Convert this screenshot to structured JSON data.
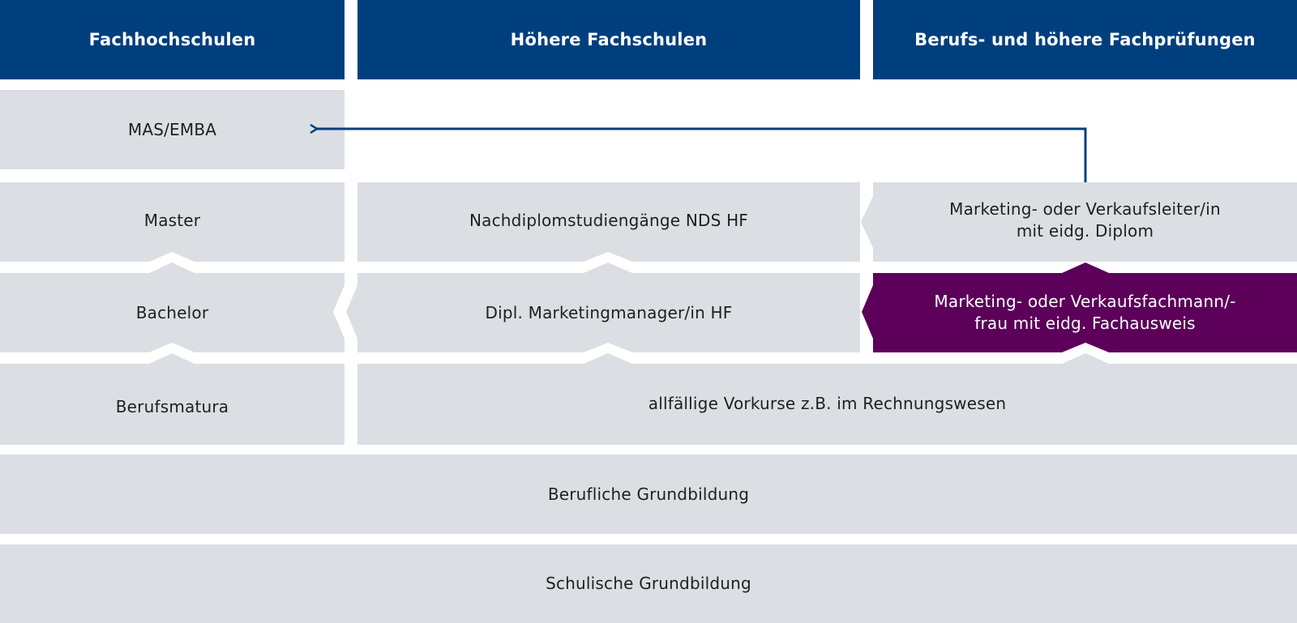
{
  "colors": {
    "header": "#003f7d",
    "box": "#dbdfe4",
    "highlight": "#5c005a",
    "arrow": "#003f7d",
    "background": "#ffffff"
  },
  "headers": {
    "fachhochschulen": "Fachhochschulen",
    "hoehere_fachschulen": "Höhere Fachschulen",
    "berufspruefungen": "Berufs- und höhere Fachprüfungen"
  },
  "boxes": {
    "mas_emba": "MAS/EMBA",
    "master": "Master",
    "nds_hf": "Nachdiplomstudiengänge NDS HF",
    "verkaufsleiter": "Marketing- oder Verkaufsleiter/in\nmit eidg. Diplom",
    "bachelor": "Bachelor",
    "marketingmanager": "Dipl. Marketingmanager/in HF",
    "verkaufsfachmann": "Marketing- oder Verkaufsfachmann/-\nfrau mit eidg. Fachausweis",
    "berufsmatura": "Berufsmatura",
    "vorkurse": "allfällige Vorkurse z.B. im Rechnungswesen",
    "berufliche_grundbildung": "Berufliche Grundbildung",
    "schulische_grundbildung": "Schulische Grundbildung"
  }
}
